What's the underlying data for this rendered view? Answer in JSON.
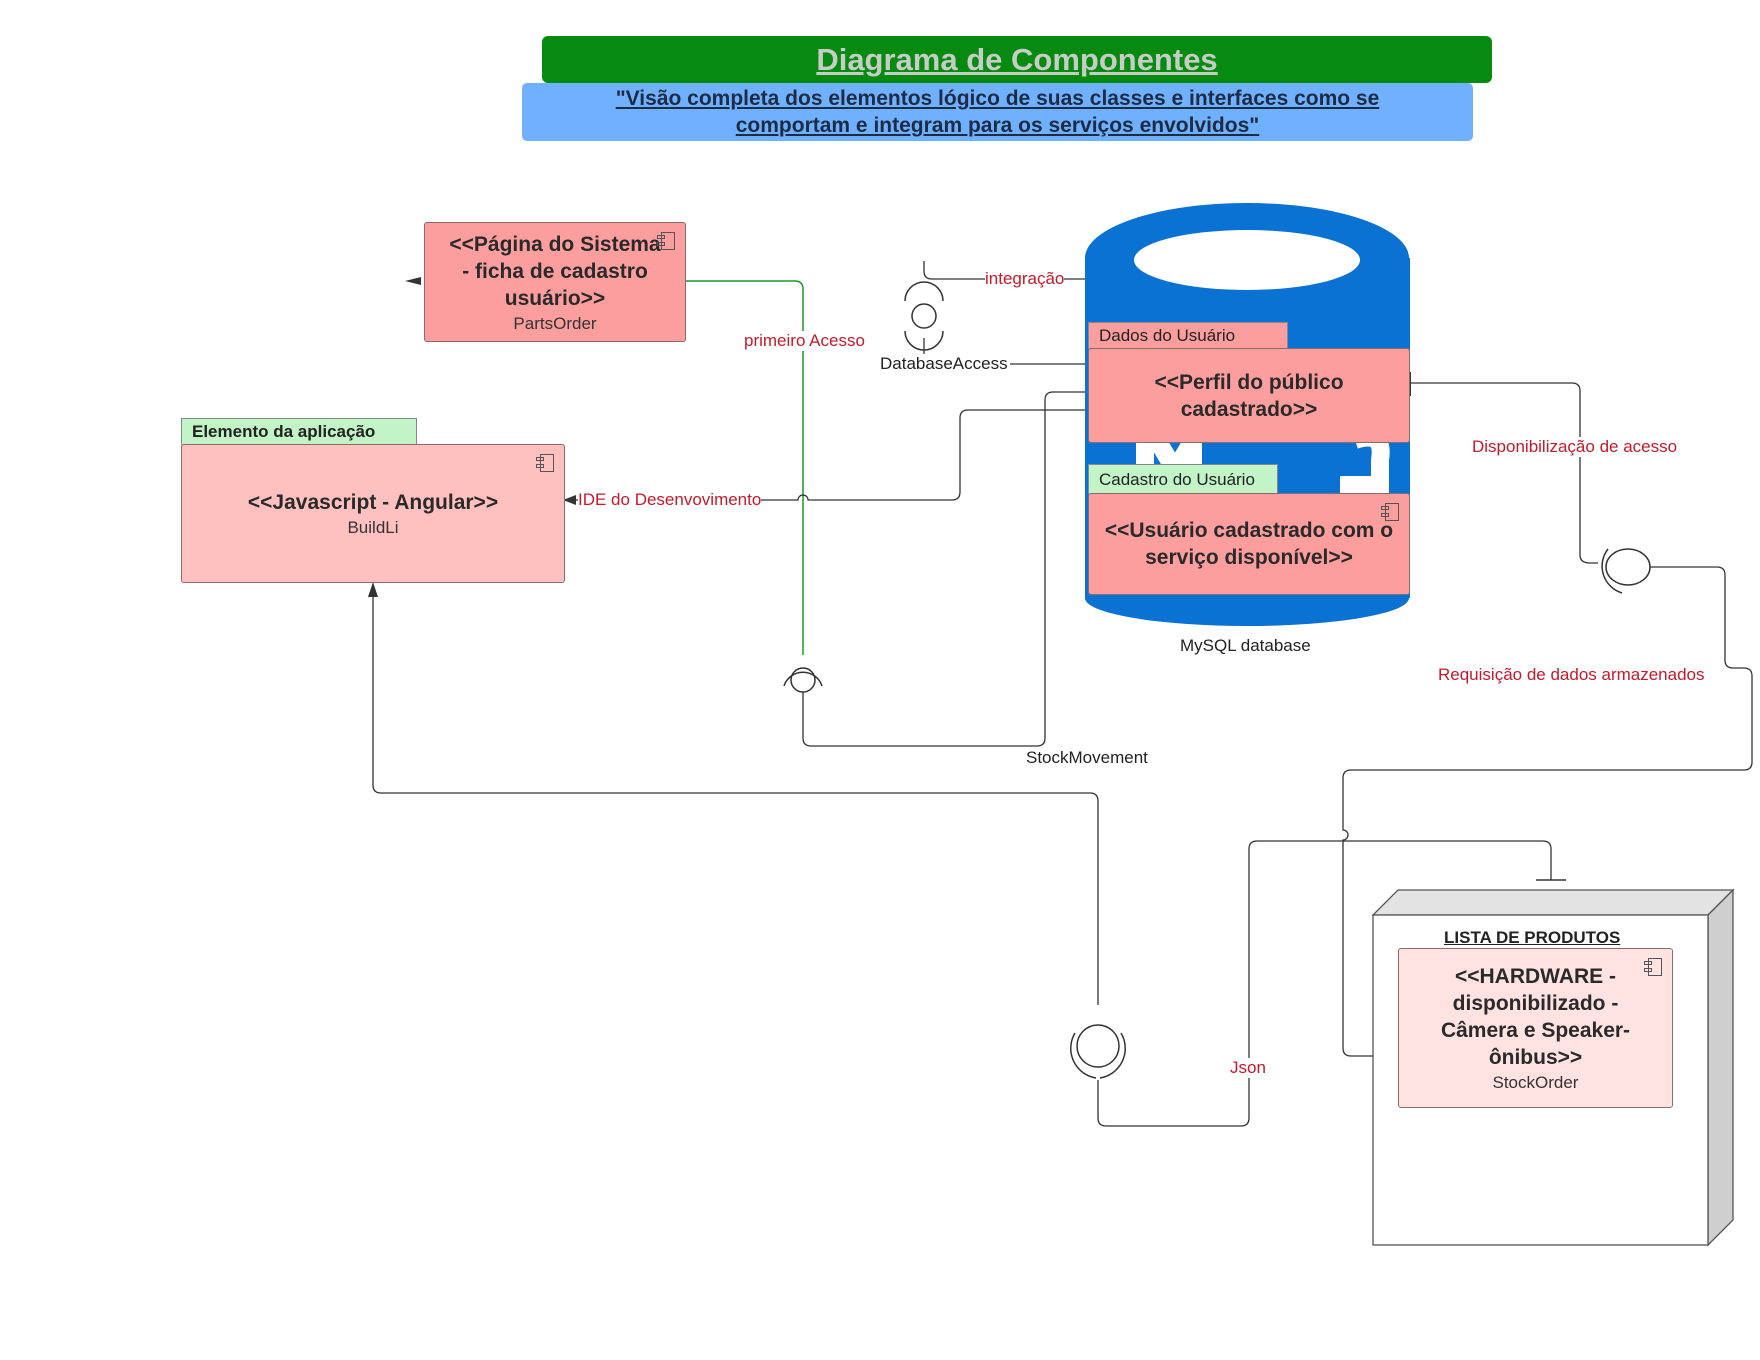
{
  "header": {
    "title": "Diagrama de Componentes",
    "subtitle": "\"Visão completa dos elementos lógico de suas classes e interfaces como se comportam e integram para os serviços  envolvidos\""
  },
  "components": {
    "pagina": {
      "stereotype": "<<Página do Sistema - ficha de cadastro usuário>>",
      "name": "PartsOrder",
      "fill": "#fd9e9e"
    },
    "javascript": {
      "package": "Elemento da aplicação",
      "stereotype": "<<Javascript - Angular>>",
      "name": "BuildLi",
      "fill": "#ffc0c0",
      "tab_fill": "#c2f4c7"
    },
    "perfil": {
      "package": "Dados do Usuário",
      "stereotype": "<<Perfil do público cadastrado>>",
      "fill": "#fd9e9e"
    },
    "usuario": {
      "package": "Cadastro do Usuário",
      "stereotype": "<<Usuário cadastrado com o serviço disponível>>",
      "fill": "#fd9e9e",
      "tab_fill": "#c2f4c7"
    },
    "hardware": {
      "node": "LISTA DE PRODUTOS",
      "stereotype": "<<HARDWARE - disponibilizado - Câmera e Speaker-ônibus>>",
      "name": "StockOrder",
      "fill": "#ffe2e2"
    }
  },
  "database": {
    "label": "MySQL database",
    "color": "#0a72d3"
  },
  "connectors": {
    "integracao": "integração",
    "primeiro_acesso": "primeiro Acesso",
    "database_access": "DatabaseAccess",
    "ide": "IDE do Desenvovimento",
    "stock_movement": "StockMovement",
    "disponibilizacao": "Disponibilização de acesso",
    "requisicao": "Requisição de dados armazenados",
    "json": "Json"
  },
  "colors": {
    "label_red": "#c41a2a",
    "line_green": "#1a9a2a",
    "title_green": "#078a10",
    "subtitle_blue": "#6fb1ff"
  }
}
